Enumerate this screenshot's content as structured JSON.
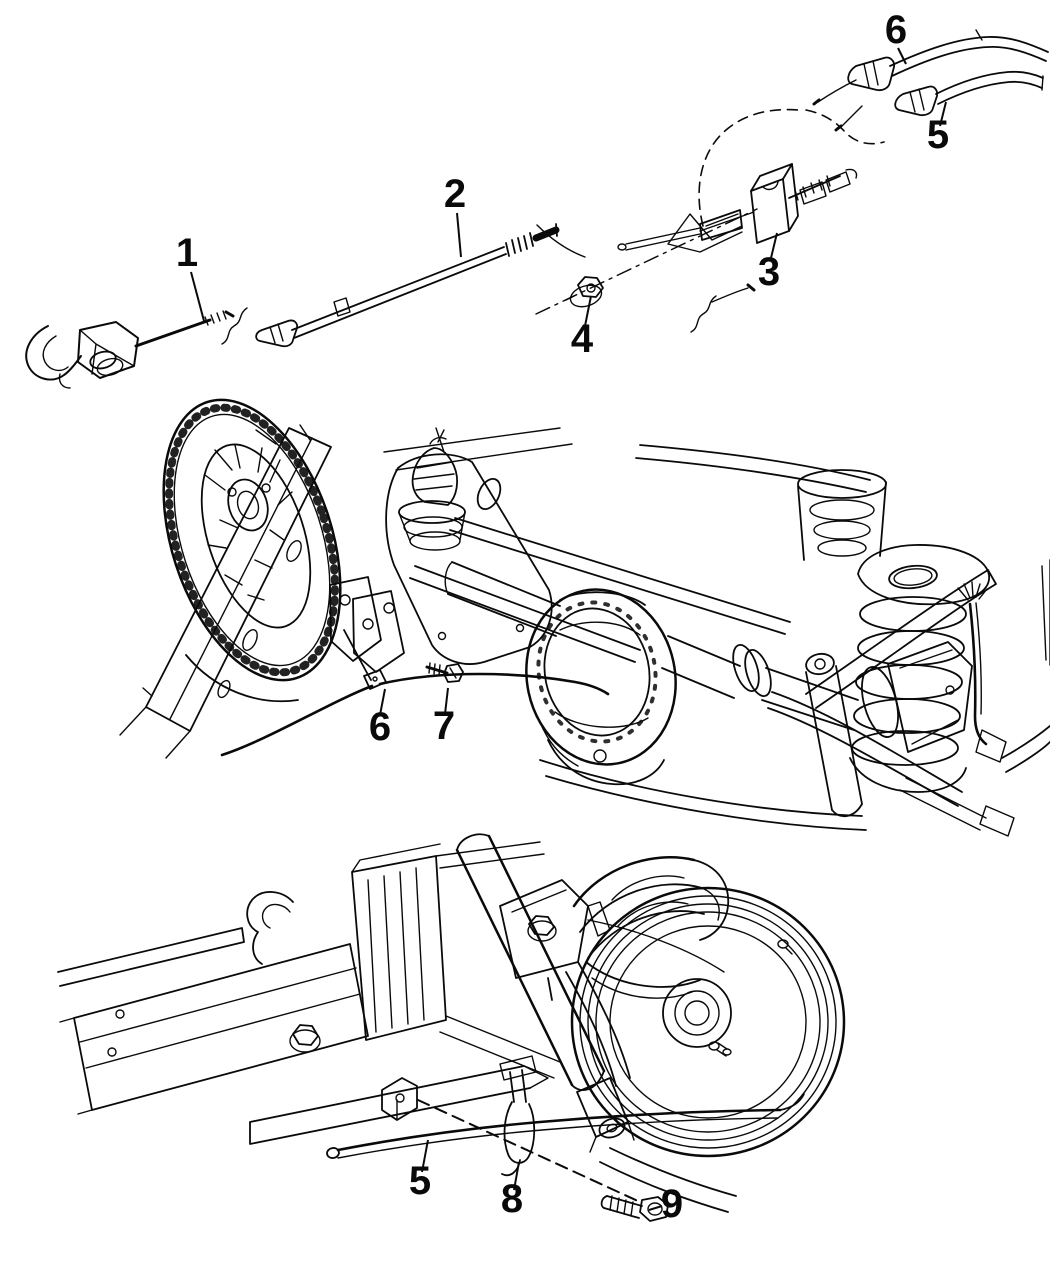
{
  "document": {
    "kind": "exploded parts line-art diagram",
    "subject": "Rear parking brake cables and attaching hardware on rear axle/suspension",
    "background_color": "#ffffff",
    "ink_color": "#0a0a0a",
    "views": [
      {
        "name": "cable-assembly-exploded-view",
        "callouts_shown": [
          "1",
          "2",
          "3",
          "4",
          "5",
          "6"
        ]
      },
      {
        "name": "rear-axle-underbody-view",
        "callouts_shown": [
          "6",
          "7"
        ]
      },
      {
        "name": "rear-suspension-detail-view",
        "callouts_shown": [
          "5",
          "8",
          "9"
        ]
      }
    ]
  },
  "callouts": [
    {
      "label": "1"
    },
    {
      "label": "2"
    },
    {
      "label": "3"
    },
    {
      "label": "4"
    },
    {
      "label": "5"
    },
    {
      "label": "6"
    },
    {
      "label": "6"
    },
    {
      "label": "7"
    },
    {
      "label": "5"
    },
    {
      "label": "8"
    },
    {
      "label": "9"
    }
  ]
}
